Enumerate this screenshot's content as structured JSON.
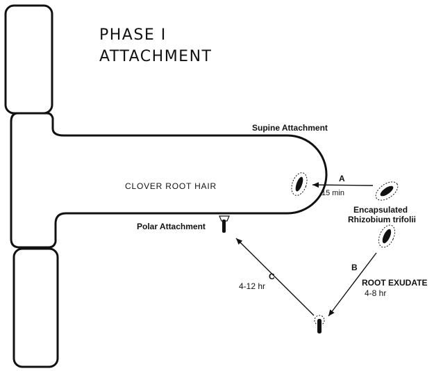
{
  "title": {
    "line1": "PHASE I",
    "line2": "ATTACHMENT"
  },
  "labels": {
    "root_hair": "CLOVER ROOT HAIR",
    "supine": "Supine Attachment",
    "polar": "Polar Attachment",
    "encapsulated_1": "Encapsulated",
    "encapsulated_2": "Rhizobium trifolii",
    "exudate": "ROOT EXUDATE"
  },
  "steps": {
    "A": {
      "letter": "A",
      "time": "15 min"
    },
    "B": {
      "letter": "B",
      "time": "4-8 hr"
    },
    "C": {
      "letter": "C",
      "time": "4-12 hr"
    }
  }
}
